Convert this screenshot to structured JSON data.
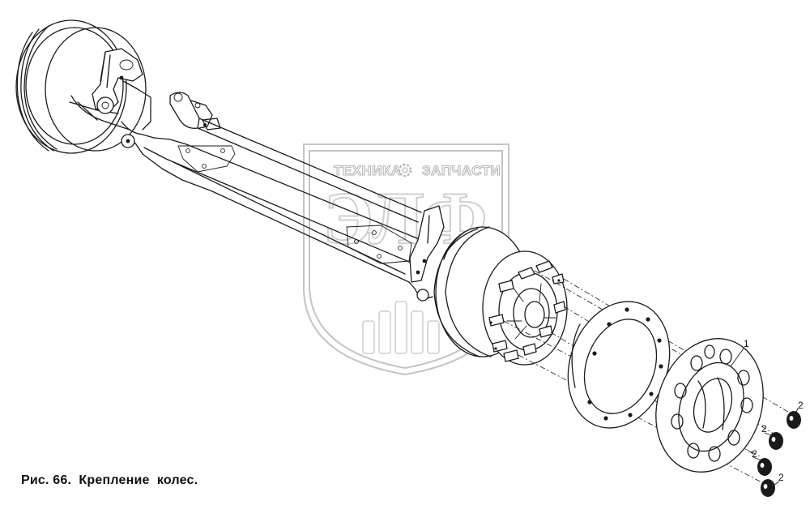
{
  "watermark": {
    "left_word": "ТЕХНИКА",
    "right_word": "ЗАПЧАСТИ",
    "monogram": "ЭЛФ",
    "emblem": "gear-icon"
  },
  "caption": "Рис. 66.  Крепление  колес.",
  "callouts": {
    "part_1": "1",
    "part_2_a": "2",
    "part_2_b": "2",
    "part_2_c": "2",
    "part_2_d": "2"
  }
}
